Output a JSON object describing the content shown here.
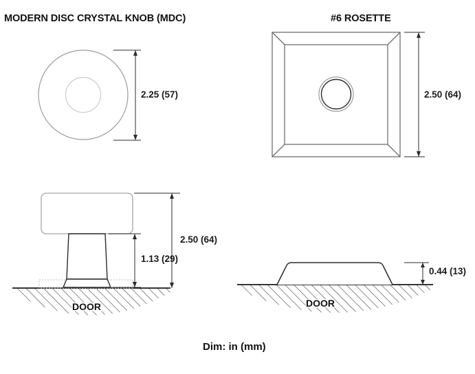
{
  "drawing": {
    "titles": {
      "knob": "MODERN DISC CRYSTAL KNOB (MDC)",
      "rosette": "#6 ROSETTE"
    },
    "caption": "Dim: in (mm)",
    "labels": {
      "door_left": "DOOR",
      "door_right": "DOOR"
    },
    "dimensions": {
      "knob_diameter": "2.25 (57)",
      "rosette_width": "2.50 (64)",
      "knob_height": "2.50 (64)",
      "knob_stem_height": "1.13 (29)",
      "rosette_projection": "0.44 (13)"
    },
    "colors": {
      "outline": "#8a8a8a",
      "outline_dark": "#2b2b2b",
      "dimension": "#2b2b2b",
      "hatch": "#3a3a3a",
      "text": "#111111",
      "background": "#ffffff"
    },
    "views": [
      {
        "name": "knob-plan-view",
        "description": "Front circular plan of disc knob with concentric inner circle"
      },
      {
        "name": "rosette-plan-view",
        "description": "Square rosette plan with mitered bevel frame and center ring"
      },
      {
        "name": "knob-elevation-view",
        "description": "Side elevation of knob mounted on door with tapered stem"
      },
      {
        "name": "rosette-elevation-view",
        "description": "Side elevation of rosette profile on door"
      }
    ]
  }
}
